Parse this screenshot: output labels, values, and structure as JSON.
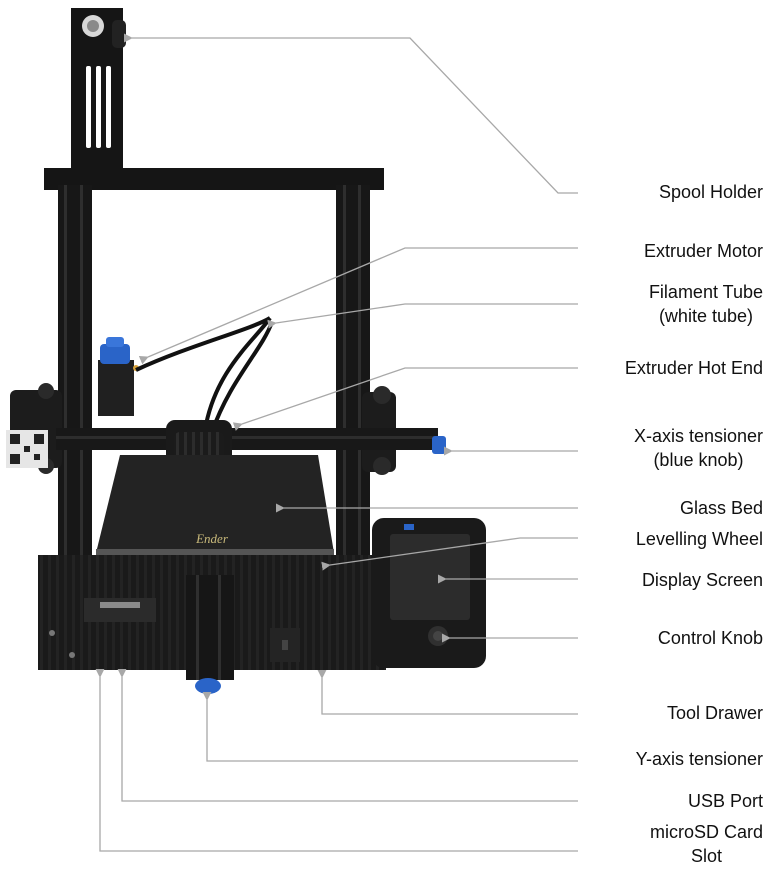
{
  "colors": {
    "frame": "#141414",
    "bed": "#1f1f1f",
    "accent_blue": "#2a64c8",
    "leader": "#a8a8a8",
    "text": "#111111"
  },
  "bed_brand": "Ender",
  "labels": {
    "spool_holder": "Spool Holder",
    "extruder_motor": "Extruder Motor",
    "filament_tube_1": "Filament Tube",
    "filament_tube_2": "(white tube)",
    "extruder_hot_end": "Extruder Hot End",
    "x_axis_1": "X-axis tensioner",
    "x_axis_2": "(blue knob)",
    "glass_bed": "Glass Bed",
    "levelling_wheel": "Levelling Wheel",
    "display_screen": "Display Screen",
    "control_knob": "Control Knob",
    "tool_drawer": "Tool Drawer",
    "y_axis": "Y-axis tensioner",
    "usb_port": "USB Port",
    "microsd_1": "microSD Card",
    "microsd_2": "Slot"
  }
}
